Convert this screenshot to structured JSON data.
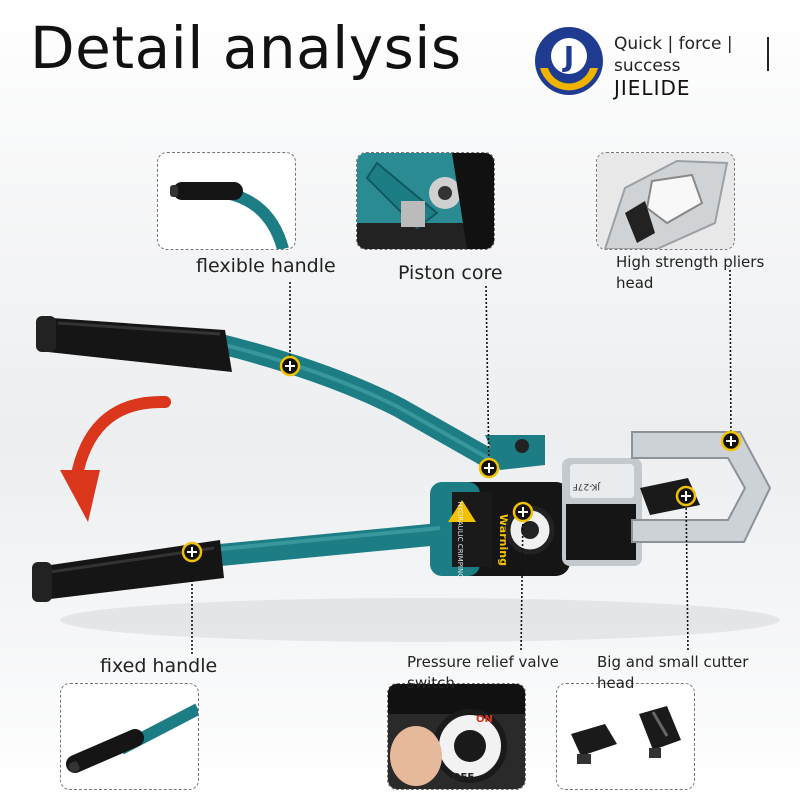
{
  "title": "Detail analysis",
  "brand": {
    "slogan_words": [
      "Quick",
      "force",
      "success"
    ],
    "separator": "|",
    "name": "JIELIDE",
    "logo_letter": "J",
    "colors": {
      "blue": "#1f3b8f",
      "gold": "#f0b400"
    }
  },
  "callouts": [
    {
      "id": "flexible-handle",
      "label": "flexible handle"
    },
    {
      "id": "piston-core",
      "label": "Piston core"
    },
    {
      "id": "pliers-head",
      "label": "High strength pliers head"
    },
    {
      "id": "fixed-handle",
      "label": "fixed handle"
    },
    {
      "id": "relief-valve",
      "label": "Pressure relief valve switch"
    },
    {
      "id": "cutter-head",
      "label": "Big and small cutter head"
    }
  ],
  "tool_markings": {
    "model": "JK-27F",
    "warning": "Warning",
    "body_text": "HYDRAULIC CRIMPING",
    "valve_on": "ON",
    "valve_off": "OFF"
  },
  "colors": {
    "handle_teal": "#1c7d85",
    "grip_black": "#111111",
    "marker_yellow": "#f2c200",
    "arrow_red": "#d9361c"
  }
}
